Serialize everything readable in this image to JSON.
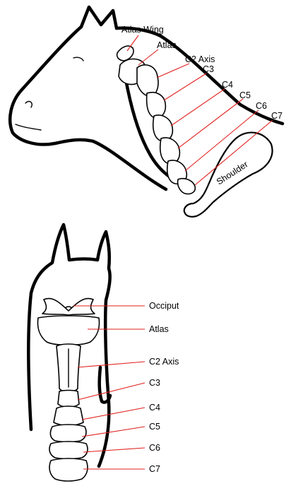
{
  "side_view": {
    "labels": {
      "atlas_wing": "Atlas Wing",
      "atlas": "Atlas",
      "c2": "C2 Axis",
      "c3": "C3",
      "c4": "C4",
      "c5": "C5",
      "c6": "C6",
      "c7": "C7",
      "shoulder": "Shoulder"
    }
  },
  "rear_view": {
    "labels": {
      "occiput": "Occiput",
      "atlas": "Atlas",
      "c2": "C2 Axis",
      "c3": "C3",
      "c4": "C4",
      "c5": "C5",
      "c6": "C6",
      "c7": "C7"
    }
  },
  "colors": {
    "outline": "#000000",
    "leader_line": "#e0201e",
    "bone_fill": "#ffffff"
  }
}
